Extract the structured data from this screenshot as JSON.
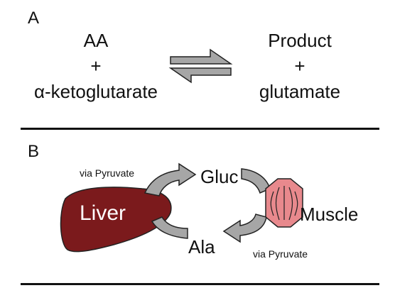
{
  "panel_a": {
    "label": "A",
    "left": {
      "line1": "AA",
      "line2": "+",
      "line3": "α-ketoglutarate"
    },
    "right": {
      "line1": "Product",
      "line2": "+",
      "line3": "glutamate"
    }
  },
  "panel_b": {
    "label": "B",
    "liver_label": "Liver",
    "muscle_label": "Muscle",
    "gluc_label": "Gluc",
    "ala_label": "Ala",
    "via_top": "via Pyruvate",
    "via_bottom": "via Pyruvate"
  },
  "colors": {
    "liver_fill": "#7b1a1c",
    "muscle_fill": "#e8898d",
    "arrow_fill": "#a6a6a6",
    "outline": "#222222"
  }
}
